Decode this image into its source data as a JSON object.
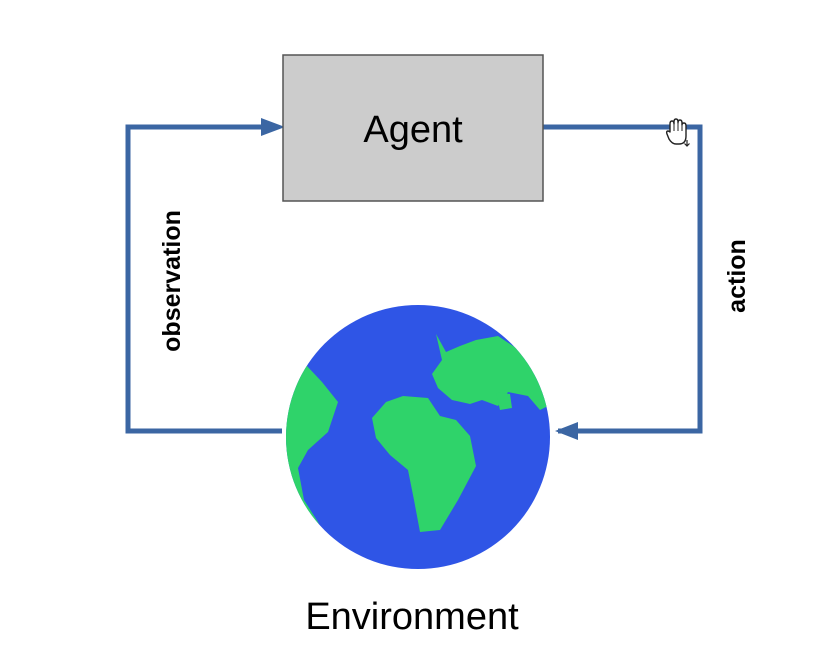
{
  "agent": {
    "label": "Agent"
  },
  "environment": {
    "label": "Environment"
  },
  "edges": {
    "action_label": "action",
    "observation_label": "observation"
  },
  "icons": {
    "globe": "globe-icon",
    "cursor": "hand-cursor-icon"
  },
  "colors": {
    "arrow": "#3b66a3",
    "agent_fill": "#cccccc",
    "agent_border": "#555555",
    "ocean": "#2f55e6",
    "land": "#2fd36a",
    "text": "#000000",
    "background": "#ffffff"
  }
}
